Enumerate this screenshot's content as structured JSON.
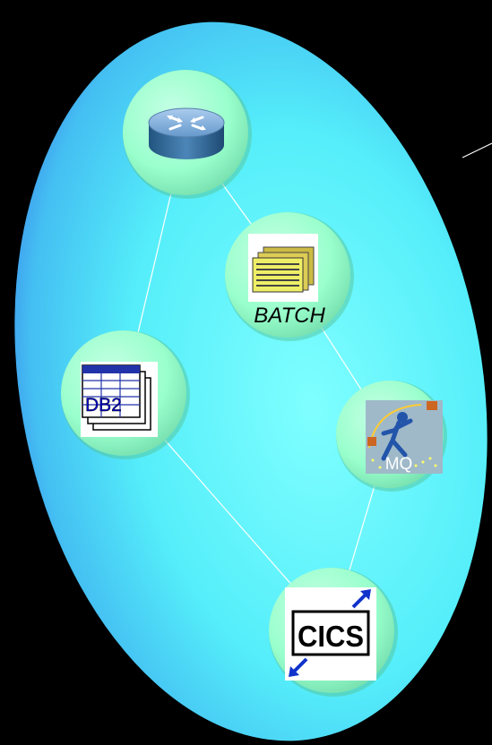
{
  "nodes": {
    "router": {
      "icon": "router-icon"
    },
    "batch": {
      "label": "BATCH",
      "icon": "batch-jobs-icon"
    },
    "db2": {
      "label": "DB2",
      "icon": "db2-table-icon"
    },
    "mq": {
      "label": "MQ",
      "icon": "mq-messenger-icon"
    },
    "cics": {
      "label": "CICS",
      "icon": "cics-icon"
    }
  },
  "edges": [
    [
      "router",
      "batch"
    ],
    [
      "router",
      "db2"
    ],
    [
      "batch",
      "mq"
    ],
    [
      "db2",
      "cics"
    ],
    [
      "mq",
      "cics"
    ]
  ],
  "colors": {
    "background": "#000000",
    "ellipse_center": "#66ffff",
    "ellipse_edge": "#3377ee",
    "node_fill": "#99ffcc",
    "node_shadow": "#66cc99",
    "line": "#ffffff"
  }
}
